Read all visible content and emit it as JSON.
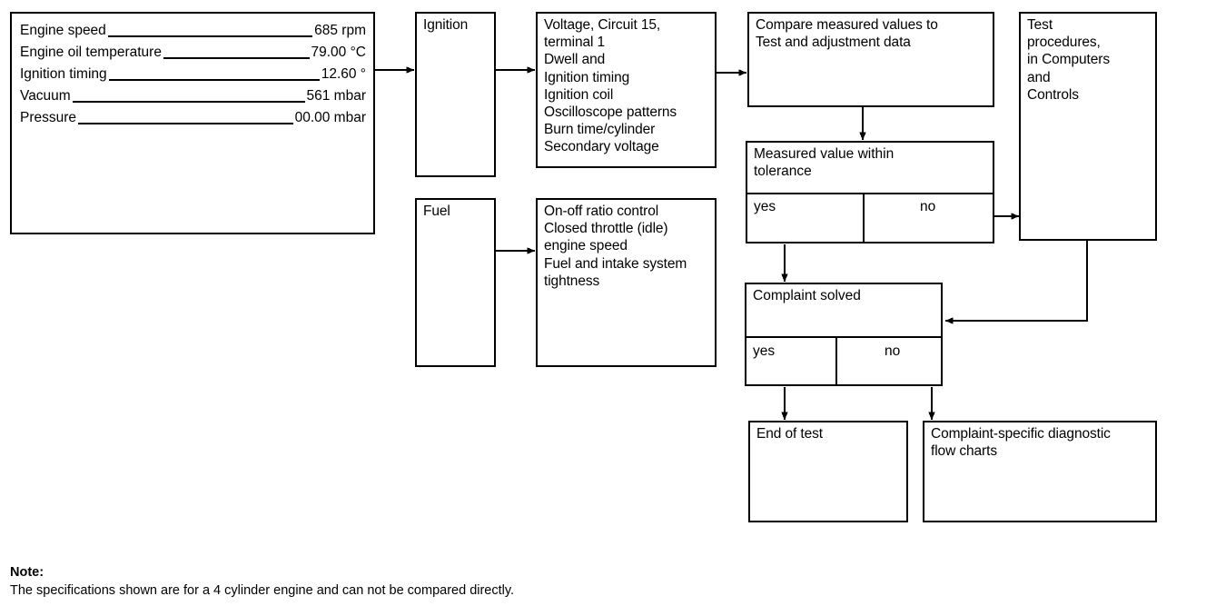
{
  "diagram": {
    "spec_box": {
      "name": "engine-specification-values",
      "rows": [
        {
          "label": "Engine speed",
          "value": "685 rpm"
        },
        {
          "label": "Engine oil temperature",
          "value": "79.00 °C"
        },
        {
          "label": "Ignition timing",
          "value": "12.60 °"
        },
        {
          "label": "Vacuum",
          "value": "561 mbar"
        },
        {
          "label": "Pressure",
          "value": "00.00 mbar"
        }
      ]
    },
    "ignition_box": {
      "label": "Ignition"
    },
    "fuel_box": {
      "label": "Fuel"
    },
    "ignition_detail": {
      "text": "Voltage, Circuit 15,\nterminal 1\nDwell and\nIgnition timing\nIgnition coil\nOscilloscope patterns\nBurn time/cylinder\nSecondary voltage"
    },
    "fuel_detail": {
      "text": "On-off ratio control\nClosed throttle (idle)\nengine speed\nFuel and intake system\ntightness"
    },
    "compare_box": {
      "text": "Compare measured values to\nTest and adjustment data"
    },
    "tolerance_box": {
      "heading": "Measured value within\ntolerance",
      "yes": "yes",
      "no": "no"
    },
    "test_procedures_box": {
      "text": "Test\nprocedures,\nin Computers\nand\nControls"
    },
    "complaint_box": {
      "heading": "Complaint solved",
      "yes": "yes",
      "no": "no"
    },
    "end_of_test_box": {
      "text": "End of test"
    },
    "flow_charts_box": {
      "text": "Complaint-specific diagnostic\nflow charts"
    },
    "note": {
      "title": "Note:",
      "body": "The specifications shown are for a 4 cylinder engine and can not be compared directly."
    },
    "colors": {
      "stroke": "#000000",
      "background": "#ffffff"
    }
  }
}
